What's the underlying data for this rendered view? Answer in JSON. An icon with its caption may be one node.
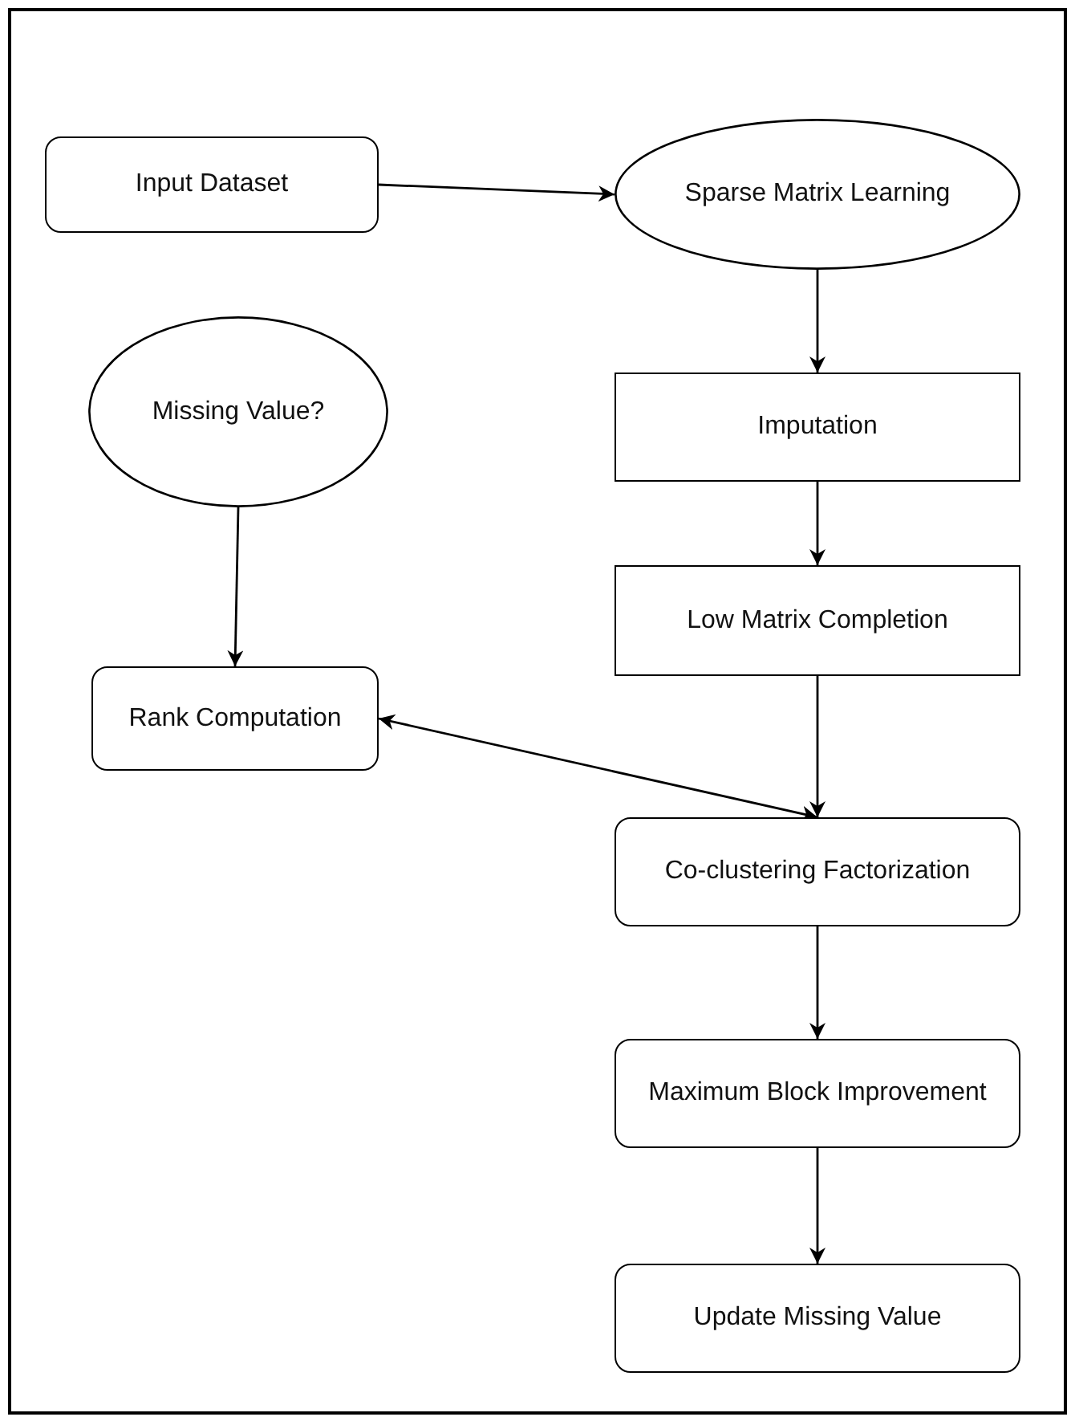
{
  "diagram": {
    "nodes": [
      {
        "text": [
          "Input Dataset"
        ]
      },
      {
        "text": [
          "Sparse Matrix Learning"
        ]
      },
      {
        "text": [
          "Missing Value?"
        ]
      },
      {
        "text": [
          "Imputation"
        ]
      },
      {
        "text": [
          "Low Matrix Completion"
        ]
      },
      {
        "text": [
          "Rank Computation"
        ]
      },
      {
        "text": [
          "Co-clustering Factorization"
        ]
      },
      {
        "text": [
          "Maximum Block Improvement"
        ]
      },
      {
        "text": [
          "Update Missing Value"
        ]
      }
    ],
    "edges": [
      {
        "from": 0,
        "to": 1,
        "arrow": "to"
      },
      {
        "from": 1,
        "to": 3,
        "arrow": "to"
      },
      {
        "from": 2,
        "to": 5,
        "arrow": "to"
      },
      {
        "from": 3,
        "to": 4,
        "arrow": "to"
      },
      {
        "from": 4,
        "to": 6,
        "arrow": "to"
      },
      {
        "from": 5,
        "to": 6,
        "arrow": "both"
      },
      {
        "from": 6,
        "to": 7,
        "arrow": "to"
      },
      {
        "from": 7,
        "to": 8,
        "arrow": "to"
      }
    ]
  }
}
